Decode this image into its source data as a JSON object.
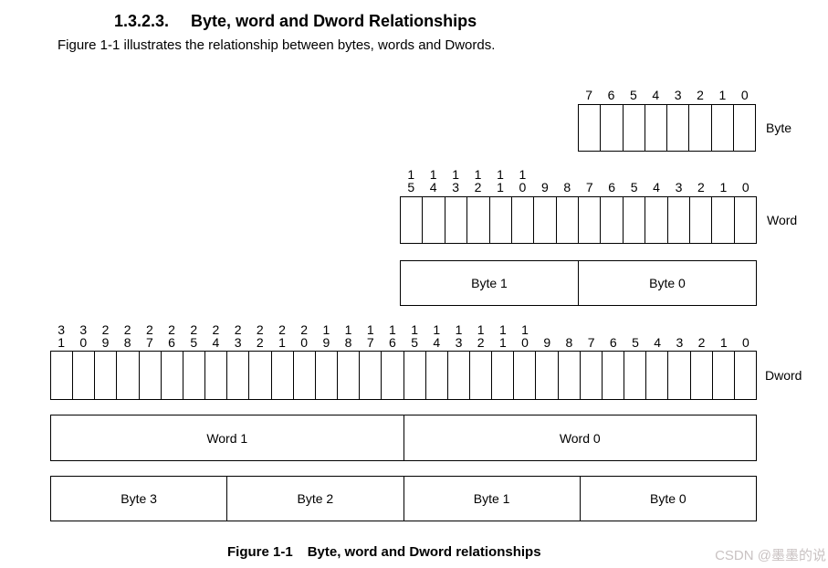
{
  "page": {
    "heading_number": "1.3.2.3.",
    "heading_title": "Byte, word and Dword Relationships",
    "intro": "Figure 1-1 illustrates the relationship between bytes, words and Dwords.",
    "caption_prefix": "Figure 1-1",
    "caption_title": "Byte, word and Dword relationships",
    "watermark": "CSDN @墨墨的说"
  },
  "colors": {
    "line": "#000000",
    "text": "#000000",
    "watermark": "#c9c2c2",
    "background": "#ffffff"
  },
  "diagrams": {
    "byte": {
      "label": "Byte",
      "bits": [
        7,
        6,
        5,
        4,
        3,
        2,
        1,
        0
      ]
    },
    "word": {
      "label": "Word",
      "bits": [
        15,
        14,
        13,
        12,
        11,
        10,
        9,
        8,
        7,
        6,
        5,
        4,
        3,
        2,
        1,
        0
      ]
    },
    "word_bytes": {
      "cells": [
        "Byte 1",
        "Byte 0"
      ]
    },
    "dword": {
      "label": "Dword",
      "bits": [
        31,
        30,
        29,
        28,
        27,
        26,
        25,
        24,
        23,
        22,
        21,
        20,
        19,
        18,
        17,
        16,
        15,
        14,
        13,
        12,
        11,
        10,
        9,
        8,
        7,
        6,
        5,
        4,
        3,
        2,
        1,
        0
      ]
    },
    "dword_words": {
      "cells": [
        "Word 1",
        "Word 0"
      ]
    },
    "dword_bytes": {
      "cells": [
        "Byte 3",
        "Byte 2",
        "Byte 1",
        "Byte 0"
      ]
    }
  }
}
